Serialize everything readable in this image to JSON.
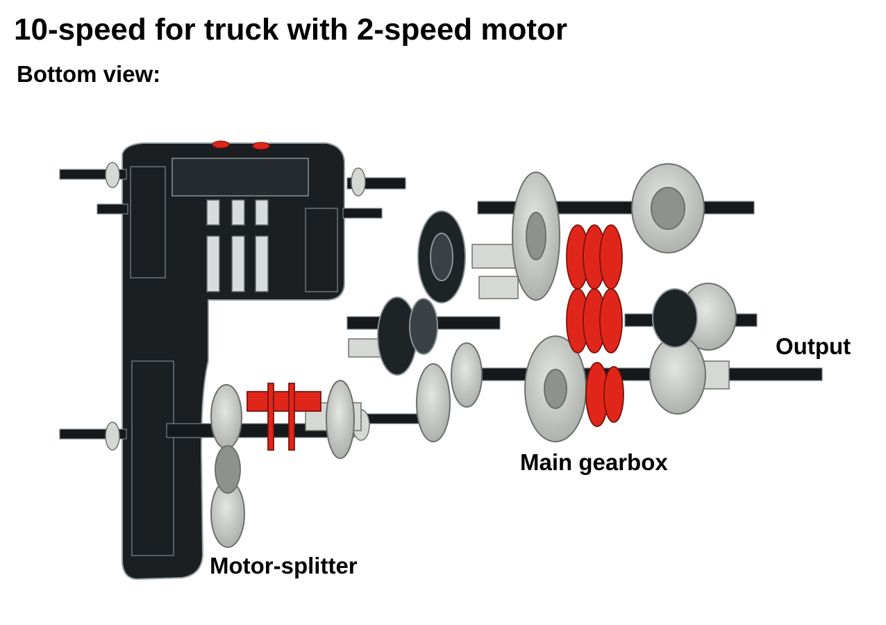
{
  "header": {
    "title": "10-speed for truck with 2-speed motor",
    "subtitle": "Bottom view:"
  },
  "labels": {
    "output": "Output",
    "main_gearbox": "Main gearbox",
    "motor_splitter": "Motor-splitter"
  },
  "colors": {
    "background": "#ffffff",
    "frame_black": "#1b1f22",
    "frame_edge": "#9aa3a8",
    "axle_black": "#15191c",
    "gear_gray": "#c9ccc8",
    "gear_edge": "#6c706d",
    "gear_dark": "#8e928d",
    "clutch_red": "#e0261a",
    "clutch_edge": "#7a120c",
    "bush_light": "#d6d8d4"
  },
  "icons": {
    "gear": "gear-icon",
    "clutch": "clutch-icon",
    "axle": "axle-icon",
    "frame": "frame-icon"
  }
}
